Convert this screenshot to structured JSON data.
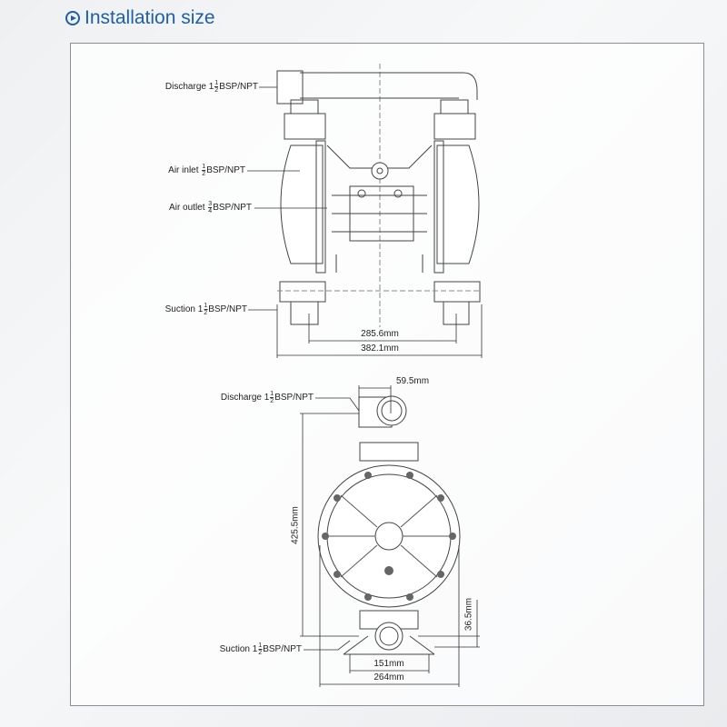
{
  "header": {
    "title": "Installation size",
    "icon": "play-circle-icon",
    "color": "#1f5fa8"
  },
  "front_view": {
    "labels": [
      {
        "name": "Discharge",
        "whole": "1",
        "num": "1",
        "den": "2",
        "spec": "BSP/NPT"
      },
      {
        "name": "Air inlet",
        "whole": "",
        "num": "1",
        "den": "2",
        "spec": "BSP/NPT"
      },
      {
        "name": "Air outlet",
        "whole": "",
        "num": "3",
        "den": "4",
        "spec": "BSP/NPT"
      },
      {
        "name": "Suction",
        "whole": "1",
        "num": "1",
        "den": "2",
        "spec": "BSP/NPT"
      }
    ],
    "dimensions": [
      "285.6mm",
      "382.1mm"
    ]
  },
  "side_view": {
    "labels": [
      {
        "name": "Discharge",
        "whole": "1",
        "num": "1",
        "den": "2",
        "spec": "BSP/NPT"
      },
      {
        "name": "Suction",
        "whole": "1",
        "num": "1",
        "den": "2",
        "spec": "BSP/NPT"
      }
    ],
    "dimensions": {
      "outlet_offset": "59.5mm",
      "height": "425.5mm",
      "inlet_height": "36.5mm",
      "base_inner": "151mm",
      "base_outer": "264mm"
    }
  }
}
